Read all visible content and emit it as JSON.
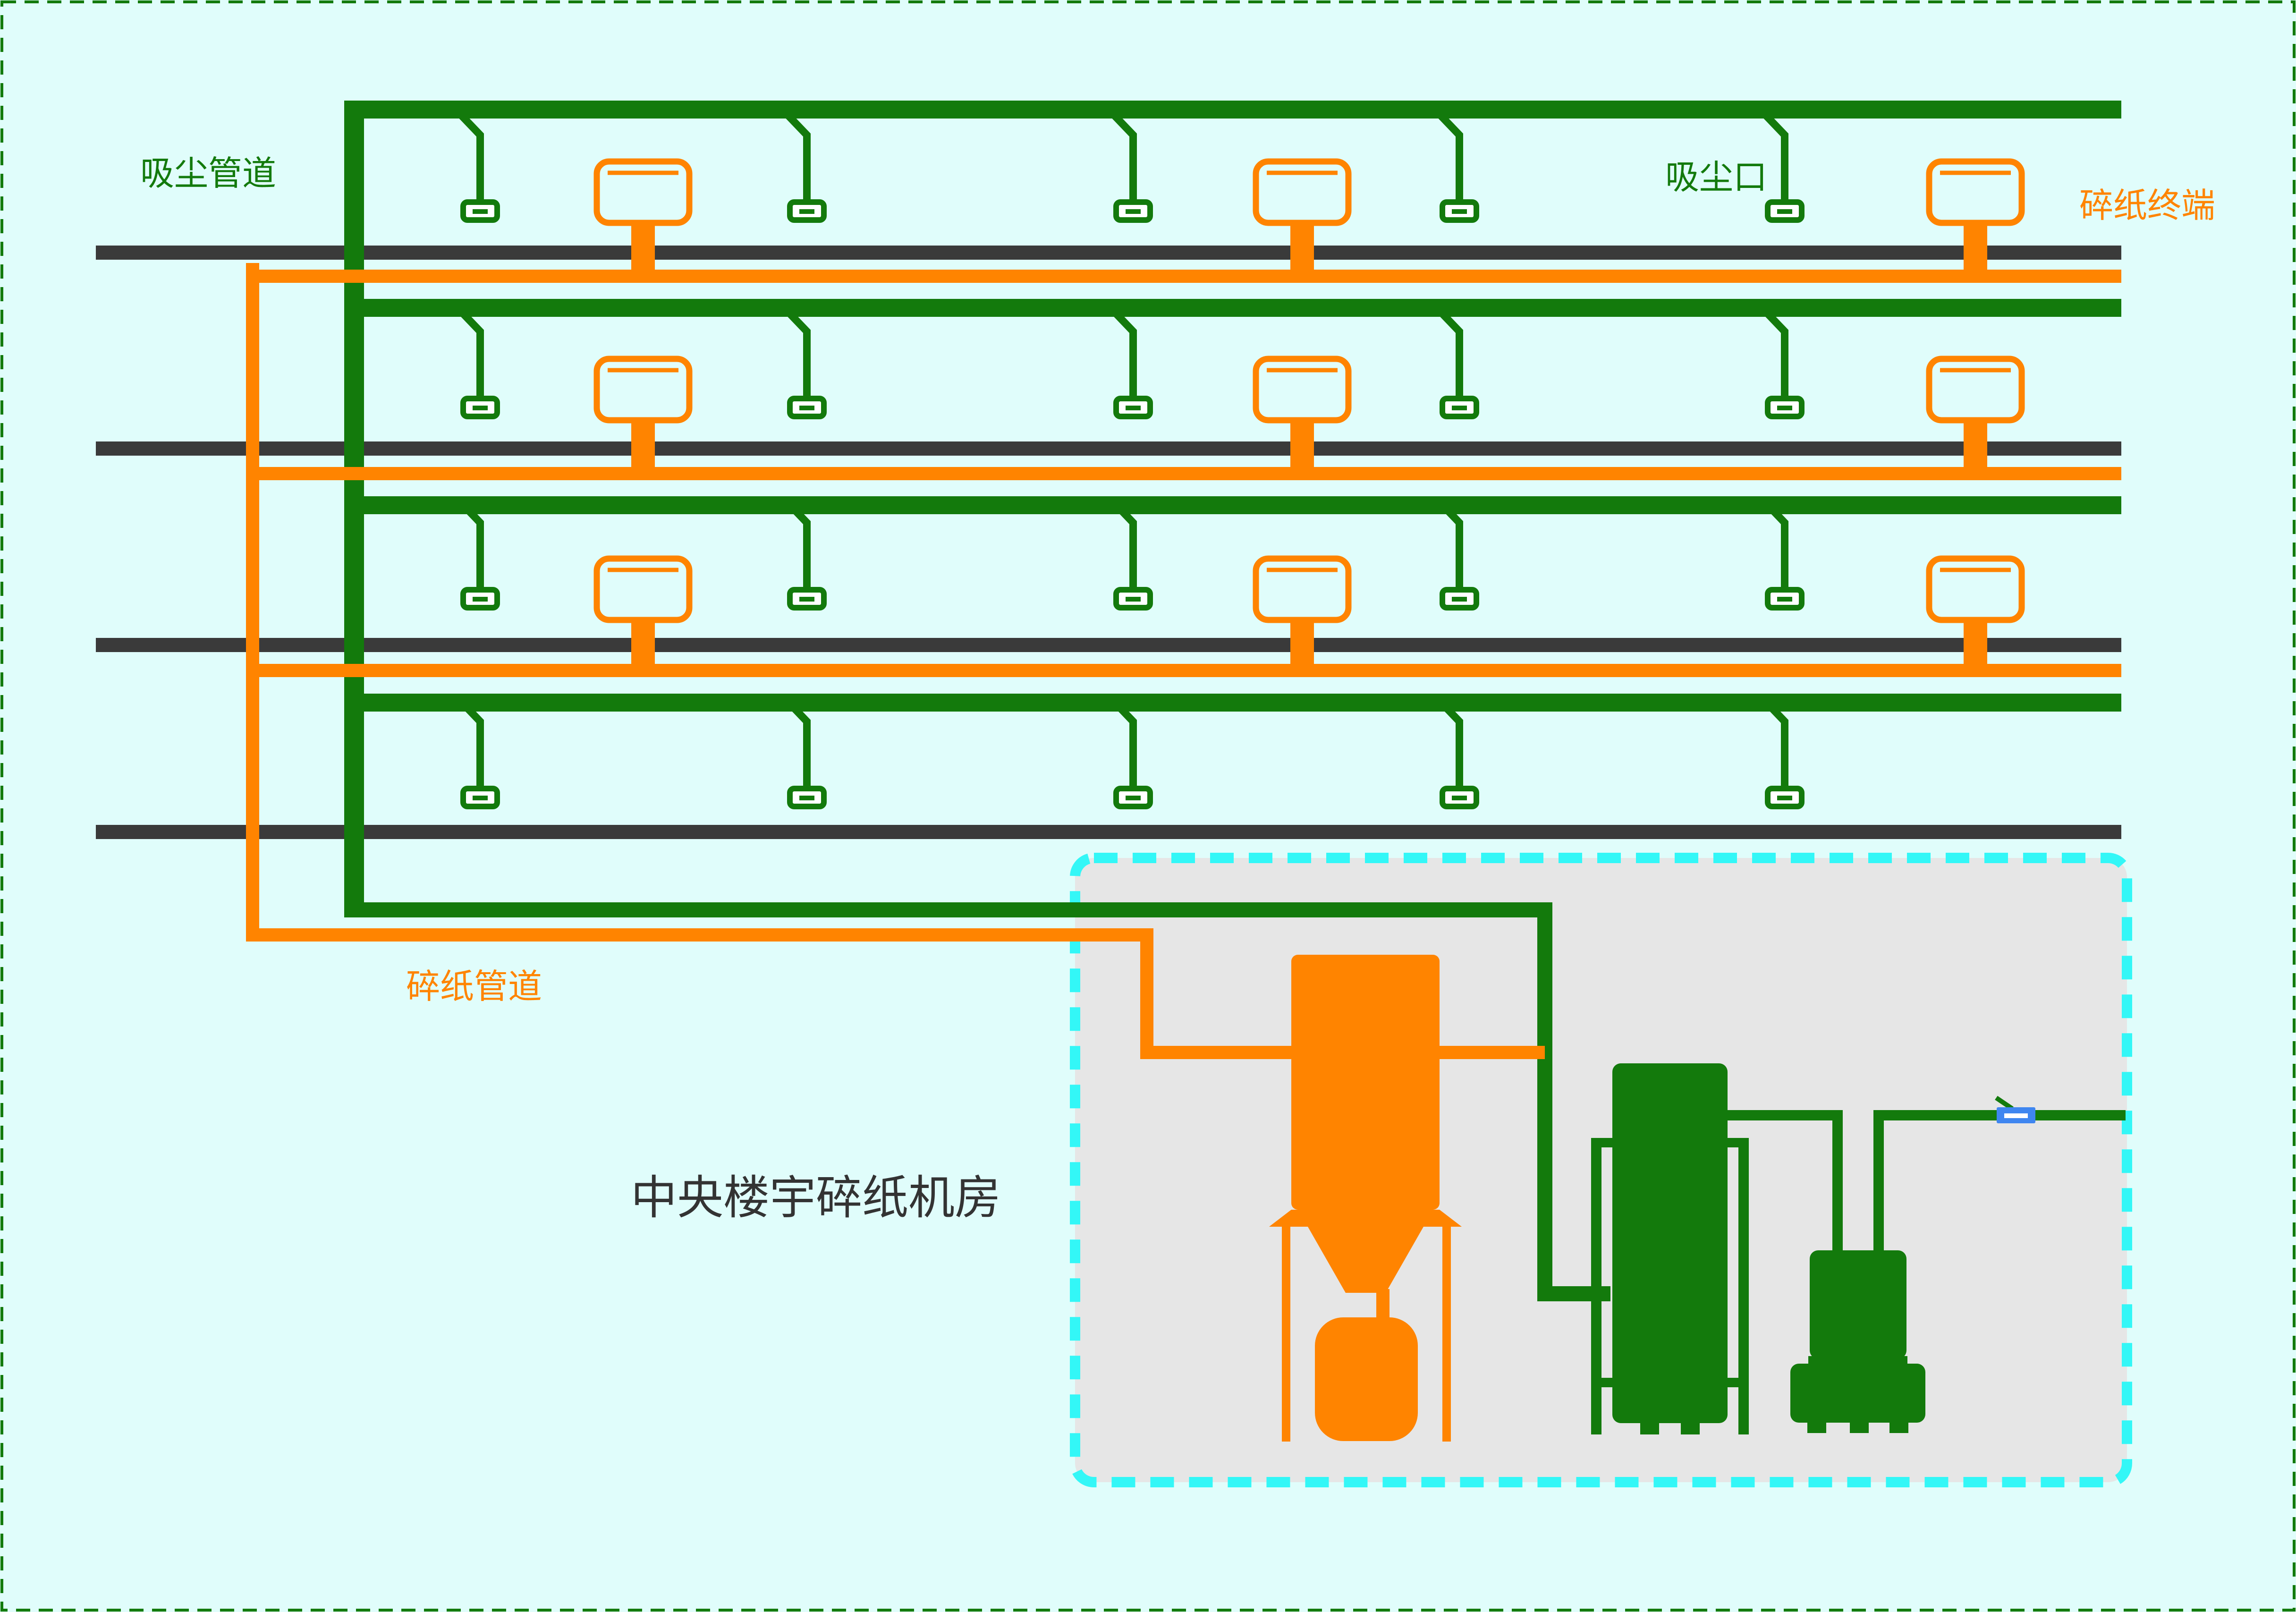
{
  "labels": {
    "dust_pipe": "吸尘管道",
    "dust_inlet": "吸尘口",
    "shredder_terminal": "碎纸终端",
    "shredder_pipe": "碎纸管道",
    "machine_room": "中央楼宇碎纸机房"
  },
  "colors": {
    "background": "#e0fdfb",
    "dust_green": "#137a0c",
    "shredder_orange": "#ff8400",
    "floor_gray": "#3a3a3a",
    "room_fill": "#e6e6e6",
    "room_border": "#33f7f7",
    "outer_border": "#137a0c",
    "valve_blue": "#3f86f0",
    "text_dark": "#333333"
  }
}
